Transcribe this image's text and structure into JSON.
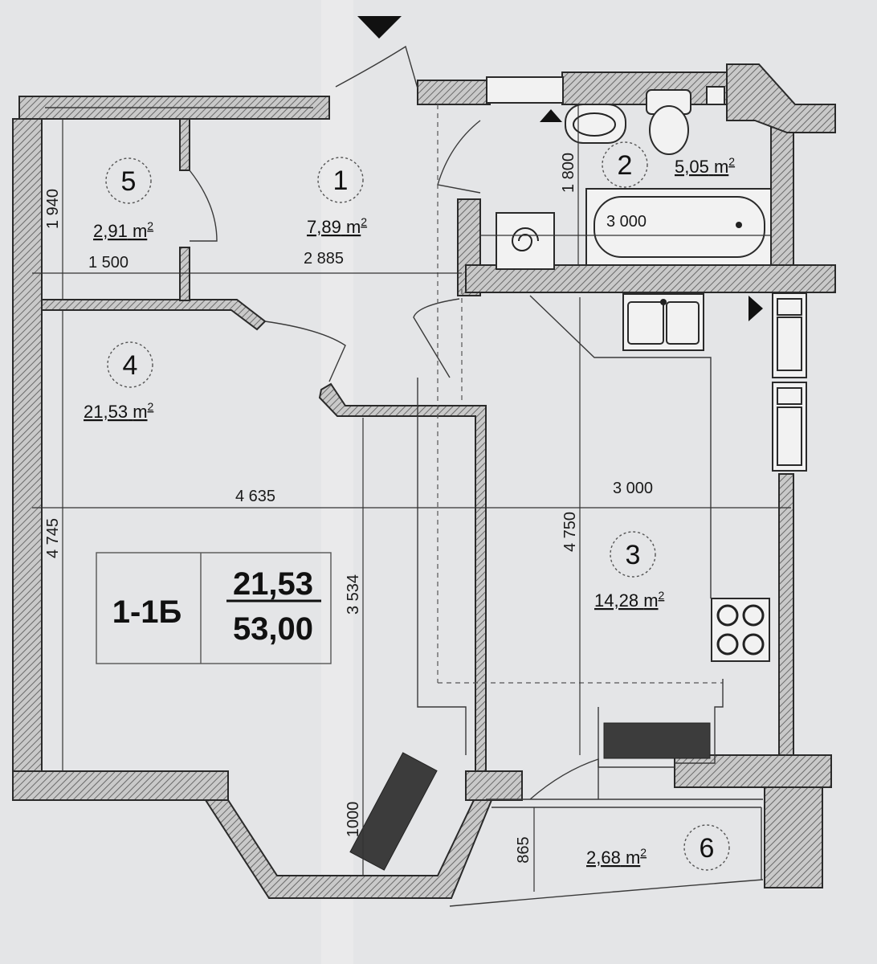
{
  "plan": {
    "unit_code": "1-1Б",
    "living_area": "21,53",
    "total_area": "53,00"
  },
  "rooms": [
    {
      "number": "1",
      "area_value": "7,89",
      "unit": "m",
      "sup": "2"
    },
    {
      "number": "2",
      "area_value": "5,05",
      "unit": "m",
      "sup": "2"
    },
    {
      "number": "3",
      "area_value": "14,28",
      "unit": "m",
      "sup": "2"
    },
    {
      "number": "4",
      "area_value": "21,53",
      "unit": "m",
      "sup": "2"
    },
    {
      "number": "5",
      "area_value": "2,91",
      "unit": "m",
      "sup": "2"
    },
    {
      "number": "6",
      "area_value": "2,68",
      "unit": "m",
      "sup": "2"
    }
  ],
  "dimensions": {
    "d1940": "1 940",
    "d1500": "1 500",
    "d2885": "2 885",
    "d1800": "1 800",
    "d3000_bath": "3 000",
    "d4635": "4 635",
    "d3000_kitchen": "3 000",
    "d4745": "4 745",
    "d3534": "3 534",
    "d4750": "4 750",
    "d1000": "1000",
    "d865": "865"
  },
  "colors": {
    "paper": "#e4e5e7",
    "wall_hatch": "#8a8a8a",
    "line": "#2a2a2a"
  }
}
